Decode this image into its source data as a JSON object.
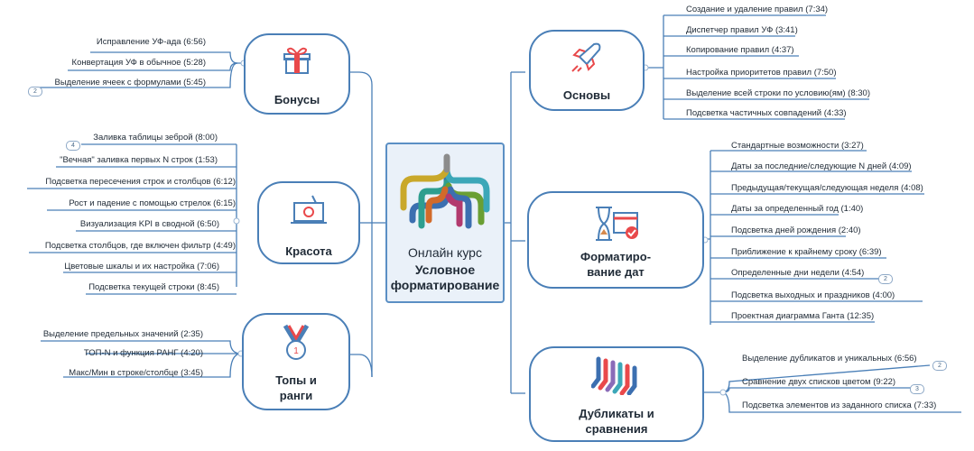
{
  "center": {
    "line1": "Онлайн курс",
    "line2": "Условное форматирование"
  },
  "colors": {
    "line": "#4a7fb7",
    "node_bg": "#eaf1f9",
    "accent": "#e9494b"
  },
  "left_topics": [
    {
      "label": "Бонусы",
      "icon": "gift-icon",
      "leaves": [
        "Исправление УФ-ада (6:56)",
        "Конвертация УФ в обычное (5:28)",
        "Выделение ячеек с формулами (5:45)"
      ]
    },
    {
      "label": "Красота",
      "icon": "laptop-paint-icon",
      "leaves": [
        "Заливка таблицы зеброй (8:00)",
        "\"Вечная\" заливка первых N строк (1:53)",
        "Подсветка пересечения строк и столбцов (6:12)",
        "Рост и падение с помощью стрелок (6:15)",
        "Визуализация KPI в сводной (6:50)",
        "Подсветка столбцов, где включен фильтр (4:49)",
        "Цветовые шкалы и их настройка (7:06)",
        "Подсветка текущей строки (8:45)"
      ]
    },
    {
      "label": "Топы и ранги",
      "icon": "medal-icon",
      "leaves": [
        "Выделение предельных значений (2:35)",
        "ТОП-N и функция РАНГ (4:20)",
        "Макс/Мин в строке/столбце (3:45)"
      ]
    }
  ],
  "right_topics": [
    {
      "label": "Основы",
      "icon": "rocket-icon",
      "leaves": [
        "Создание и удаление правил (7:34)",
        "Диспетчер правил УФ (3:41)",
        "Копирование правил (4:37)",
        "Настройка приоритетов правил (7:50)",
        "Выделение всей строки по условию(ям) (8:30)",
        "Подсветка частичных совпадений (4:33)"
      ]
    },
    {
      "label": "Форматиро-вание дат",
      "icon": "hourglass-calendar-icon",
      "leaves": [
        "Стандартные возможности (3:27)",
        "Даты за последние/следующие N дней (4:09)",
        "Предыдущая/текущая/следующая неделя (4:08)",
        "Даты за определенный год (1:40)",
        "Подсветка дней рождения (2:40)",
        "Приближение к крайнему сроку (6:39)",
        "Определенные дни недели (4:54)",
        "Подсветка выходных и праздников (4:00)",
        "Проектная диаграмма Ганта (12:35)"
      ]
    },
    {
      "label": "Дубликаты и сравнения",
      "icon": "socks-icon",
      "leaves": [
        "Выделение дубликатов и уникальных (6:56)",
        "Сравнение двух списков цветом (9:22)",
        "Подсветка элементов из заданного списка (7:33)"
      ]
    }
  ],
  "badges": {
    "bonus_leaf3": "2",
    "beauty_leaf1": "4",
    "dates_leaf7": "2",
    "dup_leaf1": "2",
    "dup_leaf2": "3"
  }
}
